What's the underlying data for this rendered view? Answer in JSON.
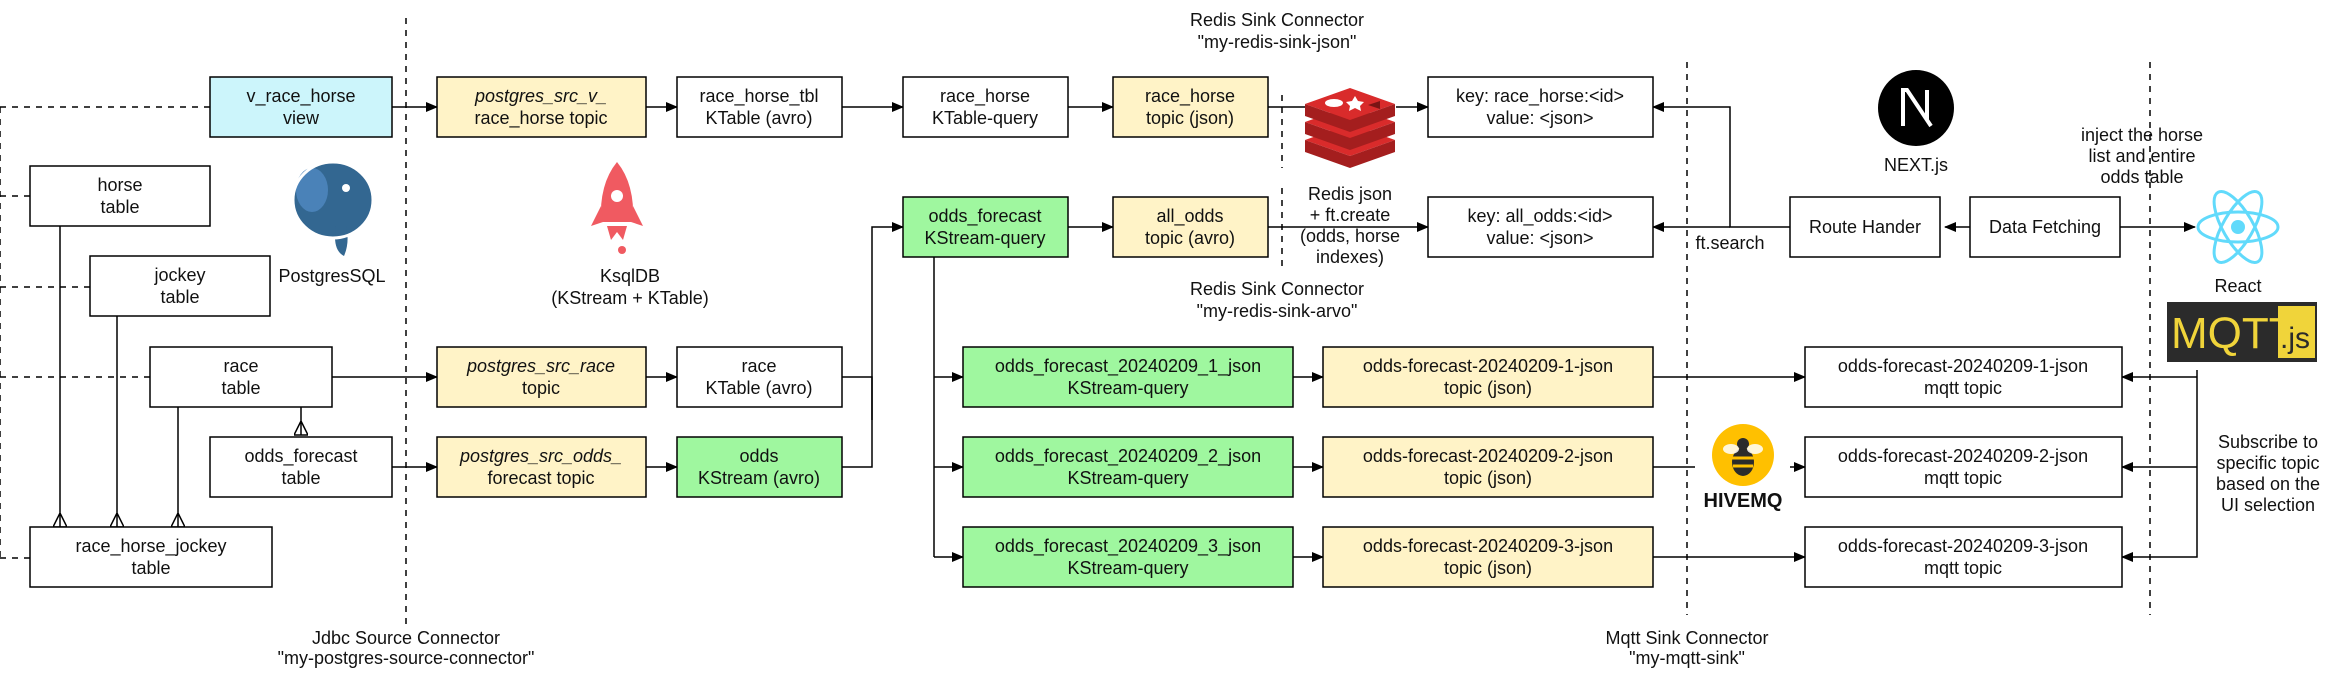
{
  "colors": {
    "view": "#ccf5fb",
    "topic": "#fff3c7",
    "stream": "#9ff79f",
    "plain": "#ffffff",
    "redis": "#d92b2b",
    "rocket": "#f05a61",
    "postgres": "#336791",
    "react": "#61dafb",
    "mqtt_bg": "#2b2b2b",
    "mqtt_fg": "#f0d43a",
    "hivemq": "#ffc000"
  },
  "tables": {
    "horse": [
      "horse",
      "table"
    ],
    "jockey": [
      "jockey",
      "table"
    ],
    "race": [
      "race",
      "table"
    ],
    "odds_forecast": [
      "odds_forecast",
      "table"
    ],
    "race_horse_jockey": [
      "race_horse_jockey",
      "table"
    ],
    "v_race_horse": [
      "v_race_horse",
      "view"
    ]
  },
  "topics": {
    "pg_race_horse": [
      "postgres_src_v_",
      "race_horse topic"
    ],
    "pg_race": [
      "postgres_src_race",
      "topic"
    ],
    "pg_odds": [
      "postgres_src_odds_",
      "forecast topic"
    ],
    "race_horse_json": [
      "race_horse",
      "topic (json)"
    ],
    "all_odds_avro": [
      "all_odds",
      "topic (avro)"
    ],
    "odds1": [
      "odds-forecast-20240209-1-json",
      "topic (json)"
    ],
    "odds2": [
      "odds-forecast-20240209-2-json",
      "topic (json)"
    ],
    "odds3": [
      "odds-forecast-20240209-3-json",
      "topic (json)"
    ]
  },
  "ksql": {
    "race_horse_tbl": [
      "race_horse_tbl",
      "KTable (avro)"
    ],
    "race_horse_query": [
      "race_horse",
      "KTable-query"
    ],
    "race_ktable": [
      "race",
      "KTable (avro)"
    ],
    "odds_kstream": [
      "odds",
      "KStream (avro)"
    ],
    "odds_forecast_query": [
      "odds_forecast",
      "KStream-query"
    ],
    "odds1_query": [
      "odds_forecast_20240209_1_json",
      "KStream-query"
    ],
    "odds2_query": [
      "odds_forecast_20240209_2_json",
      "KStream-query"
    ],
    "odds3_query": [
      "odds_forecast_20240209_3_json",
      "KStream-query"
    ]
  },
  "redis": {
    "key_race_horse": [
      "key: race_horse:<id>",
      "value: <json>"
    ],
    "key_all_odds": [
      "key: all_odds:<id>",
      "value: <json>"
    ],
    "index_note": [
      "Redis json",
      "+ ft.create",
      "(odds, horse",
      "indexes)"
    ],
    "ft_search": "ft.search"
  },
  "app": {
    "route_handler": "Route Hander",
    "data_fetching": "Data Fetching",
    "nextjs_label": "NEXT.js",
    "react_label": "React",
    "inject_note": [
      "inject the horse",
      "list and entire",
      "odds table"
    ],
    "subscribe_note": [
      "Subscribe to",
      "specific topic",
      "based on the",
      "UI selection"
    ]
  },
  "mqtt_topics": {
    "t1": [
      "odds-forecast-20240209-1-json",
      "mqtt topic"
    ],
    "t2": [
      "odds-forecast-20240209-2-json",
      "mqtt topic"
    ],
    "t3": [
      "odds-forecast-20240209-3-json",
      "mqtt topic"
    ]
  },
  "logos": {
    "postgres": "PostgresSQL",
    "ksqldb": [
      "KsqlDB",
      "(KStream + KTable)"
    ],
    "hivemq": "HIVEMQ",
    "mqtt_a": "MQTT",
    "mqtt_b": ".js"
  },
  "connectors": {
    "redis_json": [
      "Redis Sink Connector",
      "\"my-redis-sink-json\""
    ],
    "redis_arvo": [
      "Redis Sink Connector",
      "\"my-redis-sink-arvo\""
    ],
    "jdbc": [
      "Jdbc Source Connector",
      "\"my-postgres-source-connector\""
    ],
    "mqtt": [
      "Mqtt Sink Connector",
      "\"my-mqtt-sink\""
    ]
  }
}
